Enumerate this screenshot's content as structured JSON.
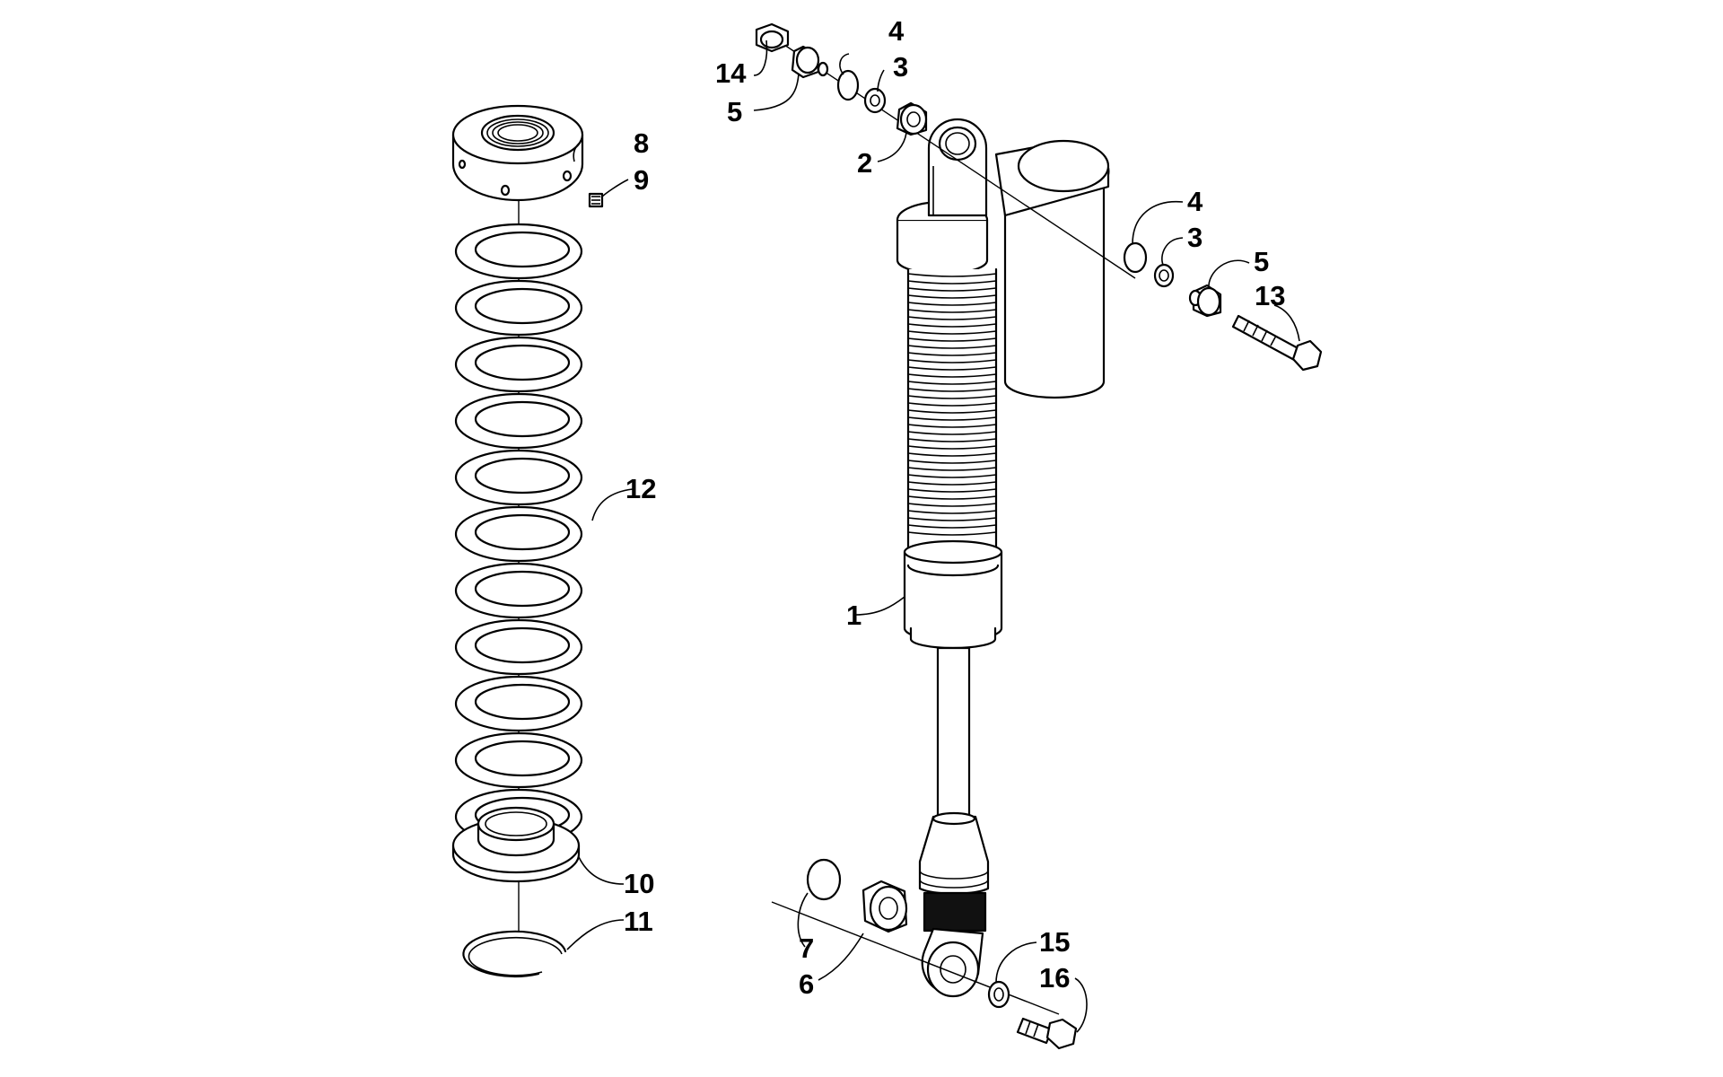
{
  "callouts": {
    "c1": "1",
    "c2": "2",
    "c3a": "3",
    "c3b": "3",
    "c4a": "4",
    "c4b": "4",
    "c5a": "5",
    "c5b": "5",
    "c6": "6",
    "c7": "7",
    "c8": "8",
    "c9": "9",
    "c10": "10",
    "c11": "11",
    "c12": "12",
    "c13": "13",
    "c14": "14",
    "c15": "15",
    "c16": "16"
  },
  "colors": {
    "line": "#000000",
    "background": "#ffffff"
  }
}
